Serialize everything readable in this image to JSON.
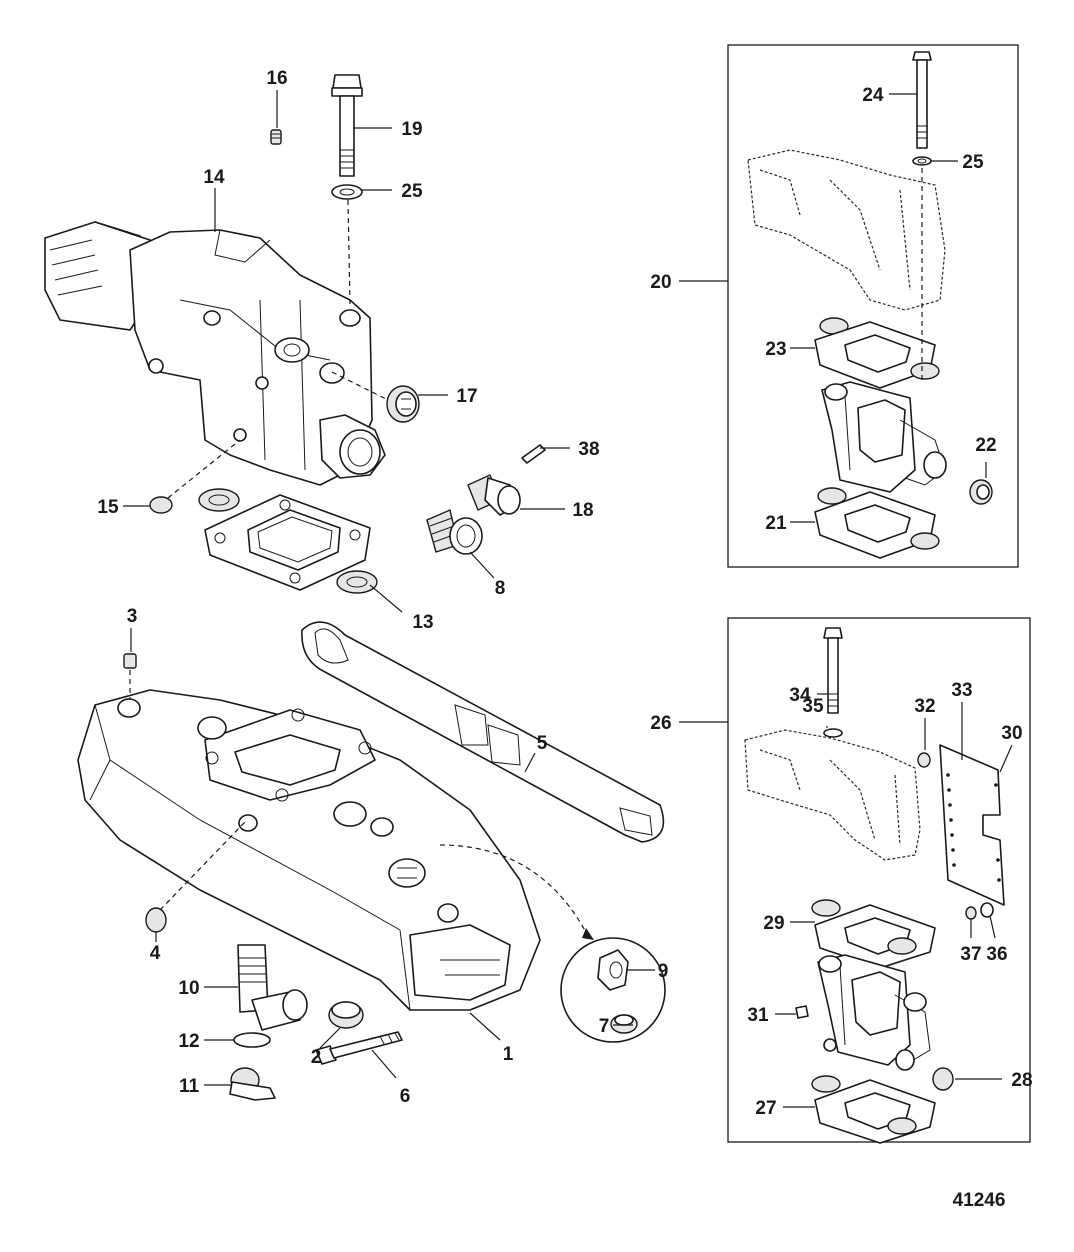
{
  "figure_number": "41246",
  "callouts": [
    "1",
    "2",
    "3",
    "4",
    "5",
    "6",
    "7",
    "8",
    "9",
    "10",
    "11",
    "12",
    "13",
    "14",
    "15",
    "16",
    "17",
    "18",
    "19",
    "20",
    "21",
    "22",
    "23",
    "24",
    "25",
    "26",
    "27",
    "28",
    "29",
    "30",
    "31",
    "32",
    "33",
    "34",
    "35",
    "36",
    "37",
    "38"
  ],
  "callout_25": "25"
}
